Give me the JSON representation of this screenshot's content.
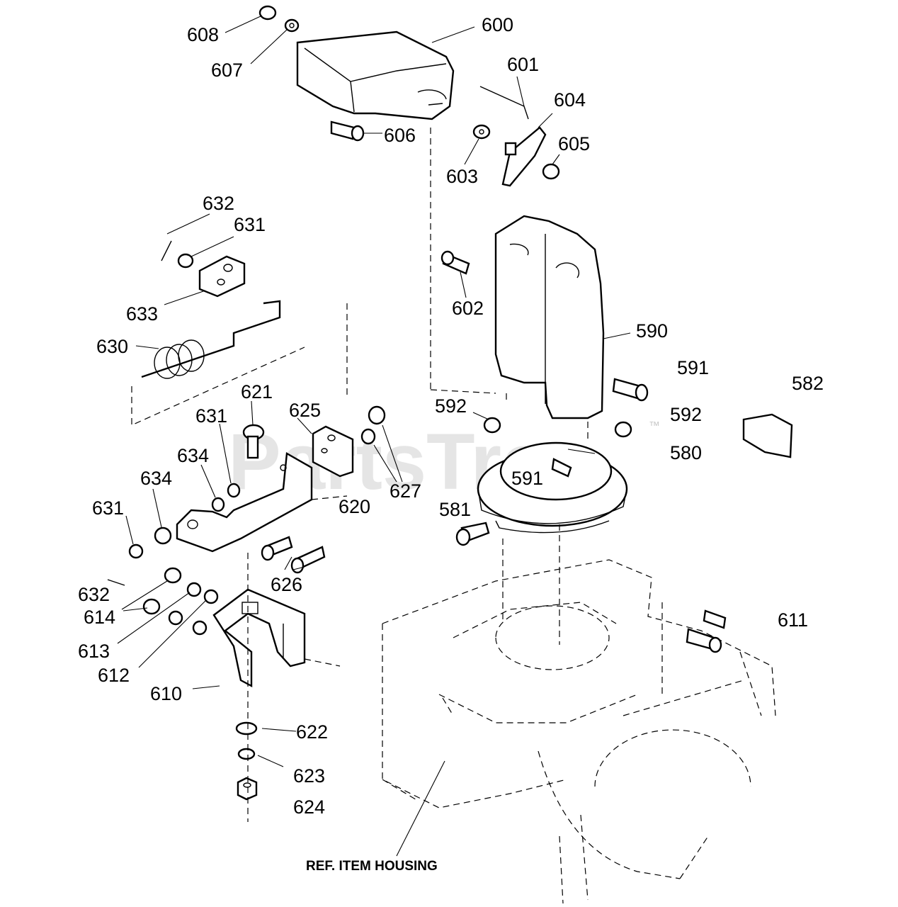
{
  "watermark": "PartsTree",
  "trademark": "™",
  "reference_label": "REF. ITEM HOUSING",
  "callouts": {
    "c600": "600",
    "c601": "601",
    "c604": "604",
    "c605": "605",
    "c606": "606",
    "c603": "603",
    "c608": "608",
    "c607": "607",
    "c632a": "632",
    "c631a": "631",
    "c633": "633",
    "c630": "630",
    "c602": "602",
    "c590": "590",
    "c591a": "591",
    "c582": "582",
    "c592a": "592",
    "c592b": "592",
    "c580": "580",
    "c591b": "591",
    "c621": "621",
    "c625": "625",
    "c631b": "631",
    "c634a": "634",
    "c634b": "634",
    "c627": "627",
    "c620": "620",
    "c631c": "631",
    "c581": "581",
    "c626": "626",
    "c632b": "632",
    "c614": "614",
    "c613": "613",
    "c612": "612",
    "c610": "610",
    "c611": "611",
    "c622": "622",
    "c623": "623",
    "c624": "624"
  }
}
